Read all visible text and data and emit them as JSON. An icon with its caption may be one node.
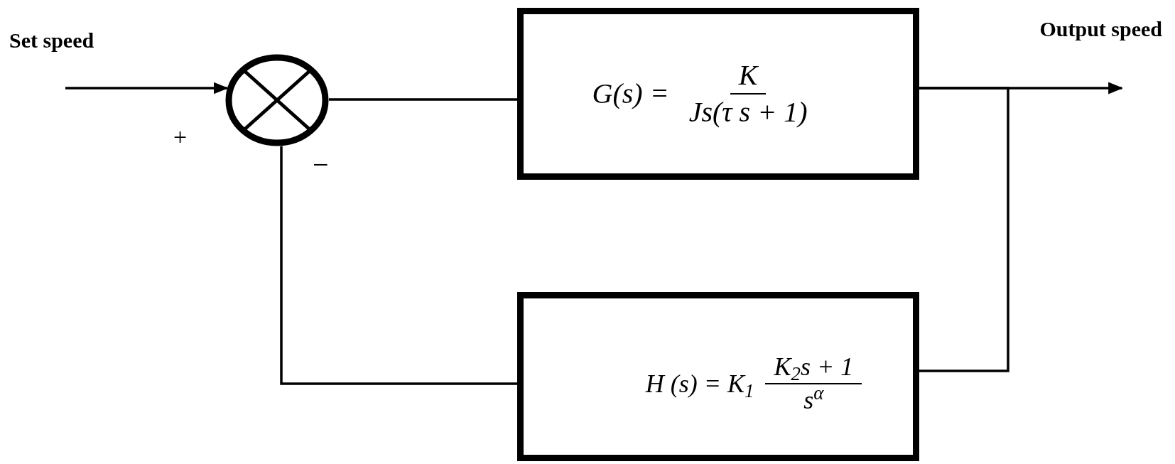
{
  "diagram": {
    "nodes": [
      {
        "text": [],
        "shape": "circle"
      },
      {
        "text": [
          "G(s) =",
          "K",
          "Js(τ s + 1)"
        ]
      },
      {
        "text": [
          "H (s) = K$_{1}$",
          "K$_{2}$s + 1",
          "s$^{α}$"
        ]
      }
    ],
    "edges": [
      {
        "from": null,
        "to": 0,
        "arrow": "to"
      },
      {
        "from": 0,
        "to": 1,
        "arrow": "none"
      },
      {
        "from": 1,
        "to": null,
        "arrow": "to"
      },
      {
        "from": 1,
        "to": 2,
        "arrow": "none"
      },
      {
        "from": 2,
        "to": 0,
        "arrow": "none"
      }
    ],
    "labels": [
      "Set speed",
      "Output speed",
      "+",
      "−"
    ]
  }
}
